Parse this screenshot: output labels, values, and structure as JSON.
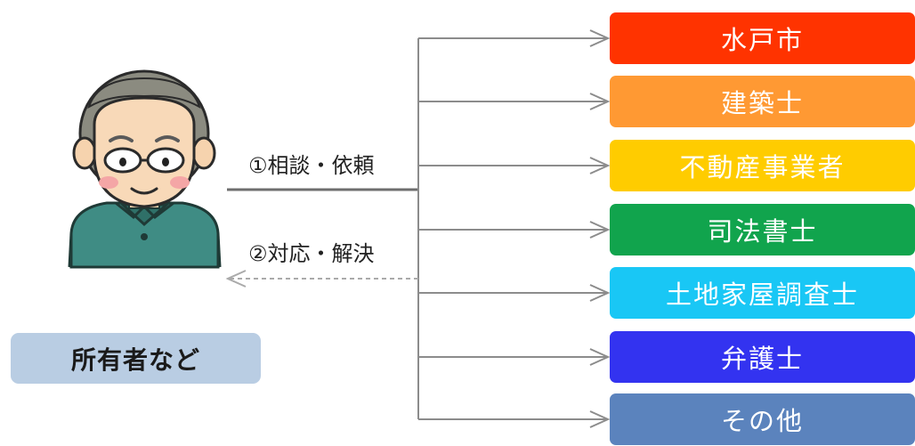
{
  "owner": {
    "label": "所有者など"
  },
  "edges": {
    "request_label": "①相談・依頼",
    "response_label": "②対応・解決"
  },
  "parties": [
    {
      "label": "水戸市",
      "color": "#ff3300"
    },
    {
      "label": "建築士",
      "color": "#ff9933"
    },
    {
      "label": "不動産事業者",
      "color": "#ffcc00"
    },
    {
      "label": "司法書士",
      "color": "#11a44d"
    },
    {
      "label": "土地家屋調査士",
      "color": "#19c7f5"
    },
    {
      "label": "弁護士",
      "color": "#3333f0"
    },
    {
      "label": "その他",
      "color": "#5b83bd"
    }
  ],
  "colors": {
    "connector": "#8c8c8c",
    "response_arrow": "#aaaaaa",
    "owner_label_bg": "#b9cde3"
  }
}
